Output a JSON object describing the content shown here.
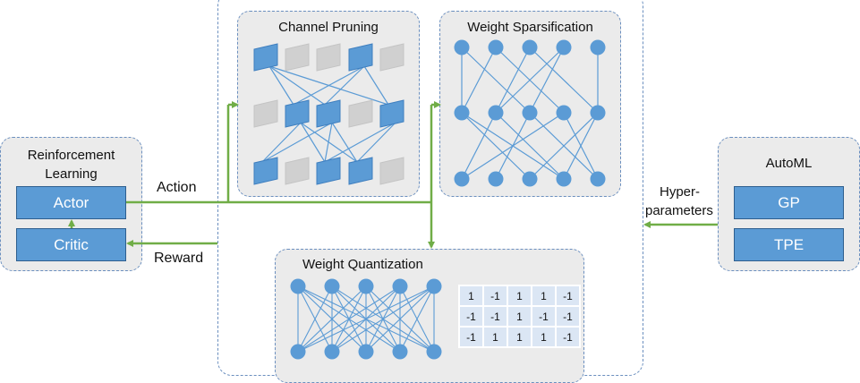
{
  "rl": {
    "title_line1": "Reinforcement",
    "title_line2": "Learning",
    "actor": "Actor",
    "critic": "Critic"
  },
  "automl": {
    "title": "AutoML",
    "gp": "GP",
    "tpe": "TPE"
  },
  "arrows": {
    "action": "Action",
    "reward": "Reward",
    "hyper_line1": "Hyper-",
    "hyper_line2": "parameters"
  },
  "channel_pruning": {
    "title": "Channel Pruning"
  },
  "weight_sparsification": {
    "title": "Weight Sparsification"
  },
  "weight_quantization": {
    "title": "Weight Quantization",
    "matrix": [
      [
        "1",
        "-1",
        "1",
        "1",
        "-1"
      ],
      [
        "-1",
        "-1",
        "1",
        "-1",
        "-1"
      ],
      [
        "-1",
        "1",
        "1",
        "1",
        "-1"
      ]
    ]
  },
  "colors": {
    "node_blue": "#5b9bd5",
    "arrow_green": "#70ad47",
    "pruned_gray": "#d0d0d0",
    "panel_bg": "#ebebeb",
    "dashed_border": "#6b8fbf"
  }
}
